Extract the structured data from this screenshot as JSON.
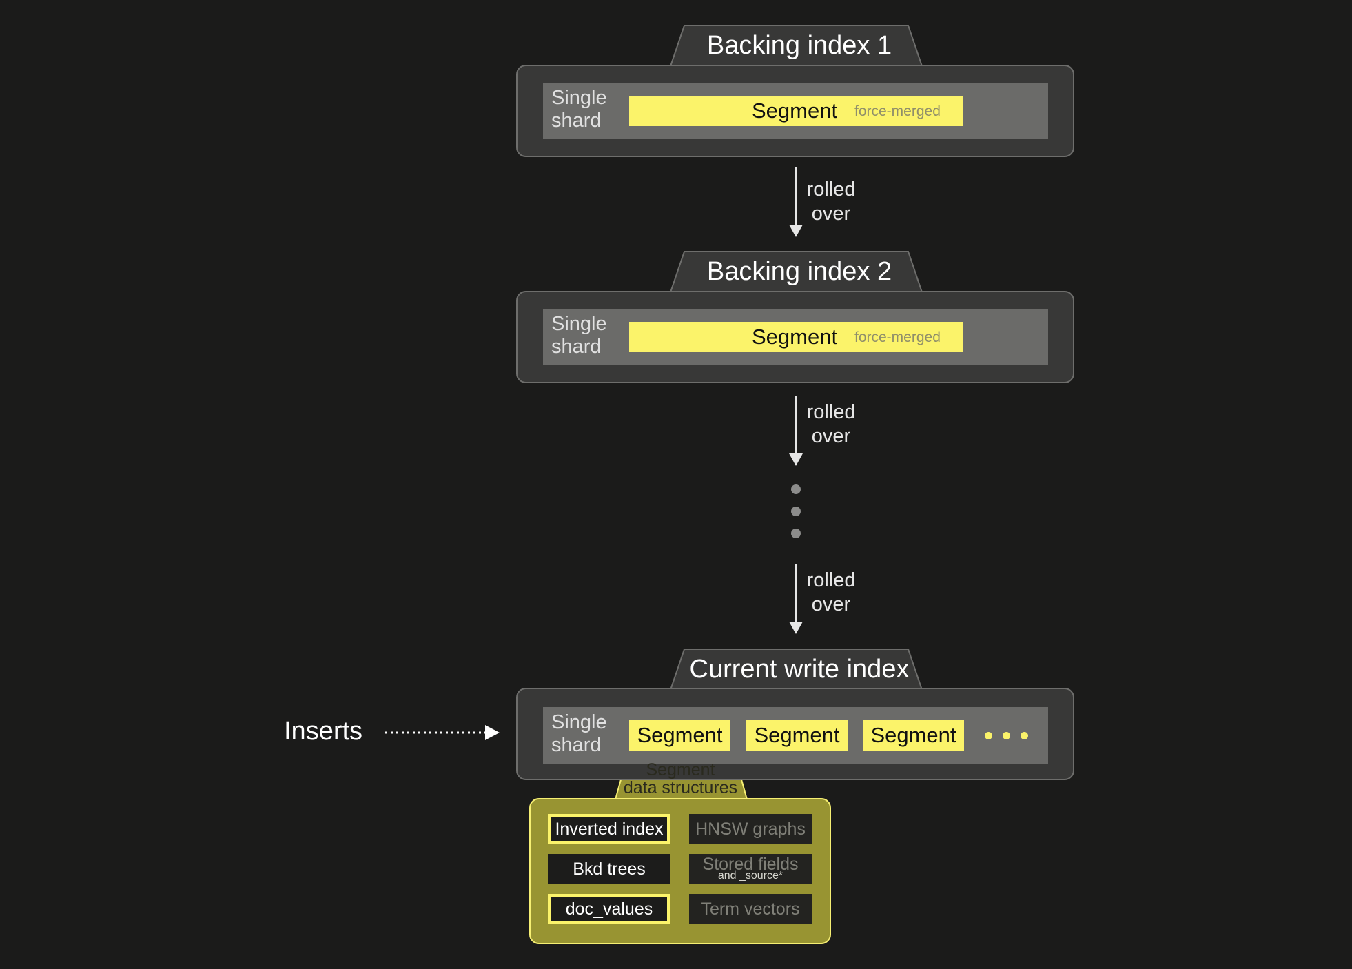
{
  "indices": [
    {
      "title": "Backing index 1",
      "shard_label": [
        "Single",
        "shard"
      ],
      "segment": "Segment",
      "segment_tag": "force-merged"
    },
    {
      "title": "Backing index 2",
      "shard_label": [
        "Single",
        "shard"
      ],
      "segment": "Segment",
      "segment_tag": "force-merged"
    }
  ],
  "connector": {
    "line1": "rolled",
    "line2": "over"
  },
  "write_index": {
    "title": "Current write index",
    "shard_label": [
      "Single",
      "shard"
    ],
    "segments": [
      "Segment",
      "Segment",
      "Segment"
    ]
  },
  "inserts_label": "Inserts",
  "data_structures": {
    "title": [
      "Segment",
      "data structures"
    ],
    "items": [
      {
        "label": "Inverted index",
        "highlighted": true
      },
      {
        "label": "HNSW graphs",
        "highlighted": false,
        "dimmed": true
      },
      {
        "label": "Bkd trees",
        "highlighted": false
      },
      {
        "label": "Stored fields",
        "sub": "and _source*",
        "dimmed": true
      },
      {
        "label": "doc_values",
        "highlighted": true
      },
      {
        "label": "Term vectors",
        "dimmed": true
      }
    ]
  },
  "colors": {
    "background": "#1b1b1a",
    "segment": "#fbf36a",
    "panel": "#989432",
    "box": "#383837"
  }
}
